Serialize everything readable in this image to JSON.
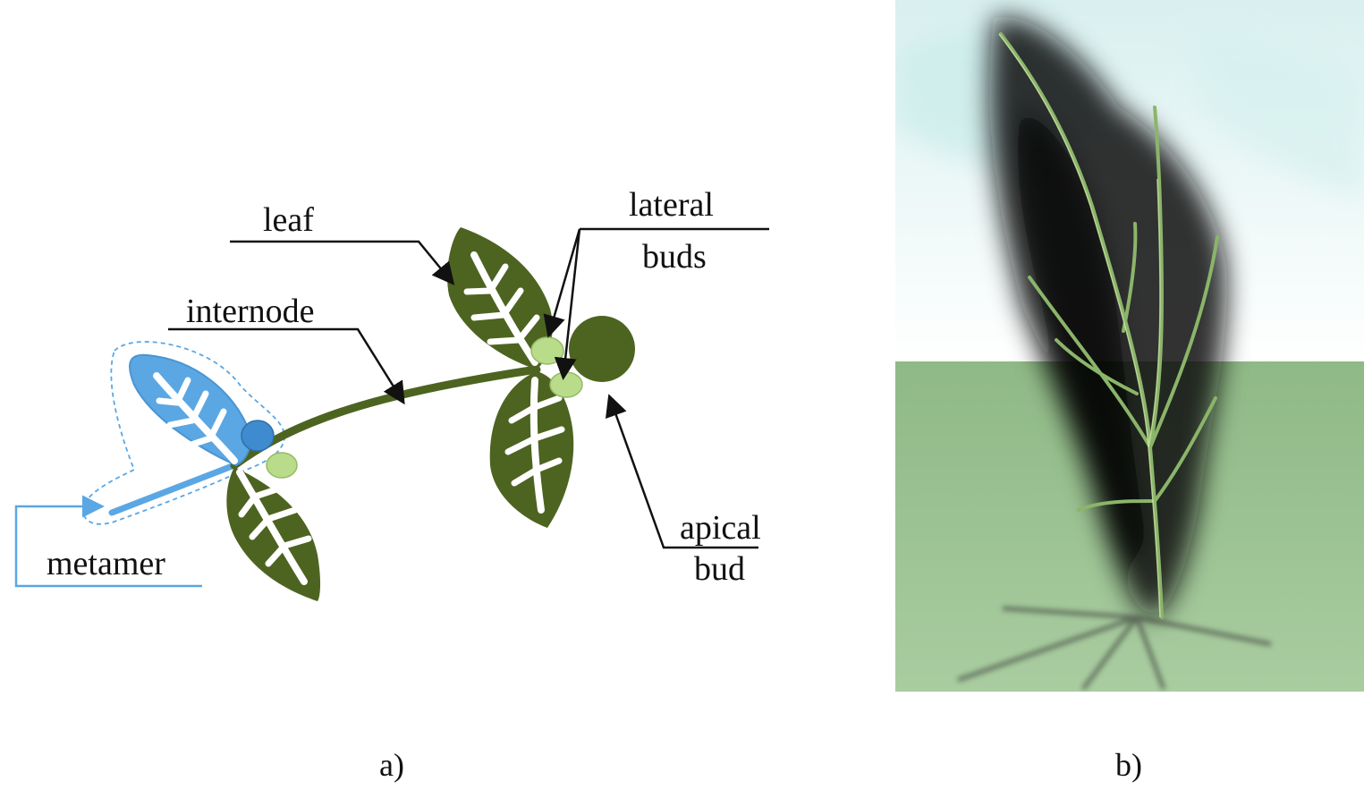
{
  "panel_a": {
    "labels": {
      "leaf": "leaf",
      "lateral_buds_1": "lateral",
      "lateral_buds_2": "buds",
      "internode": "internode",
      "apical_bud_1": "apical",
      "apical_bud_2": "bud",
      "metamer": "metamer"
    },
    "caption": "a)",
    "colors": {
      "leaf_green": "#4d6421",
      "bud_light": "#b9dc8a",
      "metamer_blue": "#5aa7e3",
      "bud_blue": "#3f8bd0",
      "vein": "#ffffff"
    }
  },
  "panel_b": {
    "caption": "b)",
    "colors": {
      "ground": "#98c08f",
      "sky": "#e4f5f4",
      "shadow": "#111111",
      "branch": "#8bb56a"
    }
  }
}
